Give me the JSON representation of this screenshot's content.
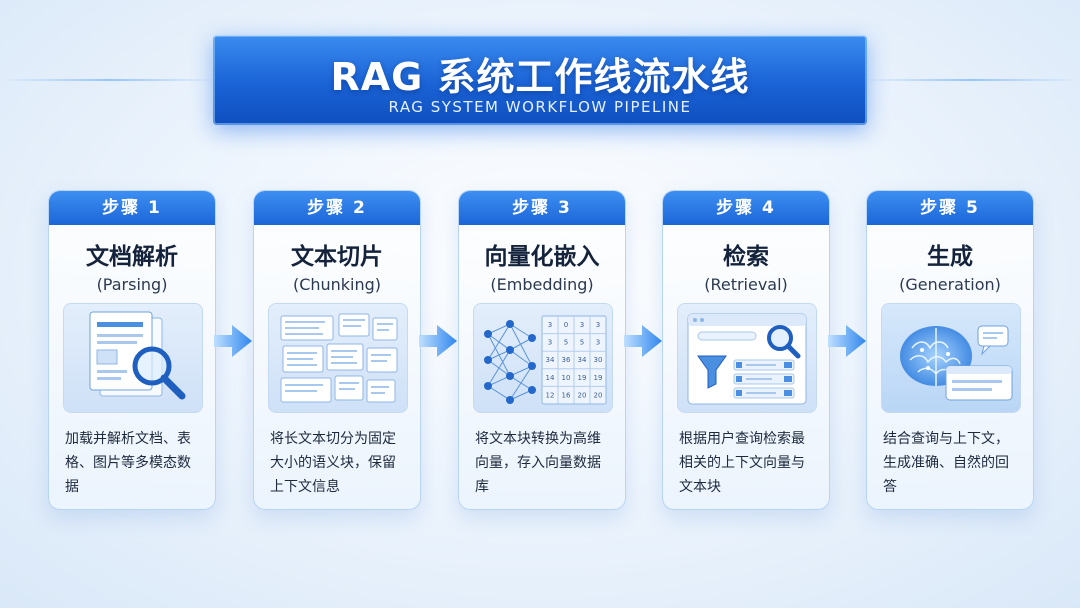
{
  "title": {
    "main": "RAG 系统工作线流水线",
    "sub": "RAG SYSTEM WORKFLOW PIPELINE"
  },
  "steps": [
    {
      "label": "步骤 1",
      "title": "文档解析",
      "title_en": "(Parsing)",
      "icon": "document-magnifier-icon",
      "desc": "加载并解析文档、表格、图片等多模态数据"
    },
    {
      "label": "步骤 2",
      "title": "文本切片",
      "title_en": "(Chunking)",
      "icon": "text-chunks-icon",
      "desc": "将长文本切分为固定大小的语义块，保留上下文信息"
    },
    {
      "label": "步骤 3",
      "title": "向量化嵌入",
      "title_en": "(Embedding)",
      "icon": "neural-network-matrix-icon",
      "desc": "将文本块转换为高维向量，存入向量数据库",
      "matrix": [
        [
          "3",
          "0",
          "3",
          "3"
        ],
        [
          "3",
          "5",
          "5",
          "3"
        ],
        [
          "34",
          "36",
          "34",
          "30"
        ],
        [
          "14",
          "10",
          "19",
          "19"
        ],
        [
          "12",
          "16",
          "20",
          "20"
        ]
      ]
    },
    {
      "label": "步骤 4",
      "title": "检索",
      "title_en": "(Retrieval)",
      "icon": "search-funnel-icon",
      "desc": "根据用户查询检索最相关的上下文向量与文本块"
    },
    {
      "label": "步骤 5",
      "title": "生成",
      "title_en": "(Generation)",
      "icon": "ai-brain-chat-icon",
      "desc": "结合查询与上下文，生成准确、自然的回答"
    }
  ],
  "colors": {
    "accent": "#1c66d8",
    "accent_light": "#3d8ff2",
    "text_dark": "#14233b"
  }
}
